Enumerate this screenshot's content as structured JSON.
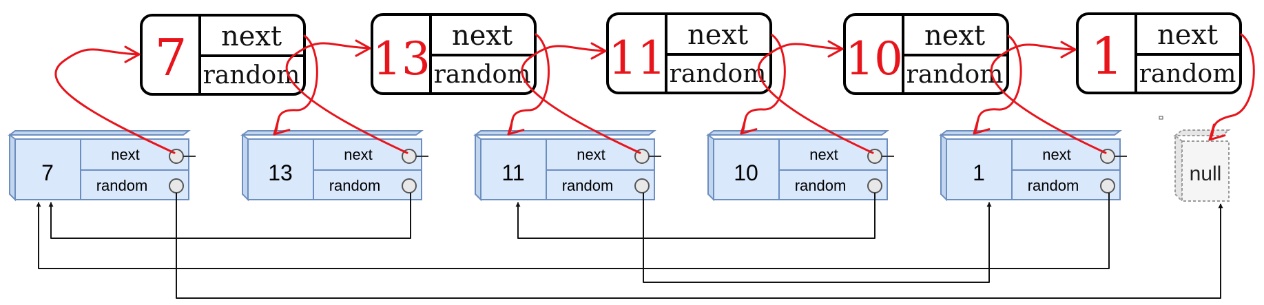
{
  "copied_nodes": [
    {
      "value": "7",
      "next_label": "next",
      "random_label": "random"
    },
    {
      "value": "13",
      "next_label": "next",
      "random_label": "random"
    },
    {
      "value": "11",
      "next_label": "next",
      "random_label": "random"
    },
    {
      "value": "10",
      "next_label": "next",
      "random_label": "random"
    },
    {
      "value": "1",
      "next_label": "next",
      "random_label": "random"
    }
  ],
  "original_nodes": [
    {
      "value": "7",
      "next_label": "next",
      "random_label": "random"
    },
    {
      "value": "13",
      "next_label": "next",
      "random_label": "random"
    },
    {
      "value": "11",
      "next_label": "next",
      "random_label": "random"
    },
    {
      "value": "10",
      "next_label": "next",
      "random_label": "random"
    },
    {
      "value": "1",
      "next_label": "next",
      "random_label": "random"
    }
  ],
  "null_node": {
    "label": "null"
  },
  "colors": {
    "node_fill": "#dae8fc",
    "node_side": "#c3d6f0",
    "node_stroke": "#6c8ebf",
    "arrow_red": "#e8141b",
    "arrow_black": "#111111",
    "null_fill": "#f5f5f5",
    "null_stroke": "#999999"
  }
}
